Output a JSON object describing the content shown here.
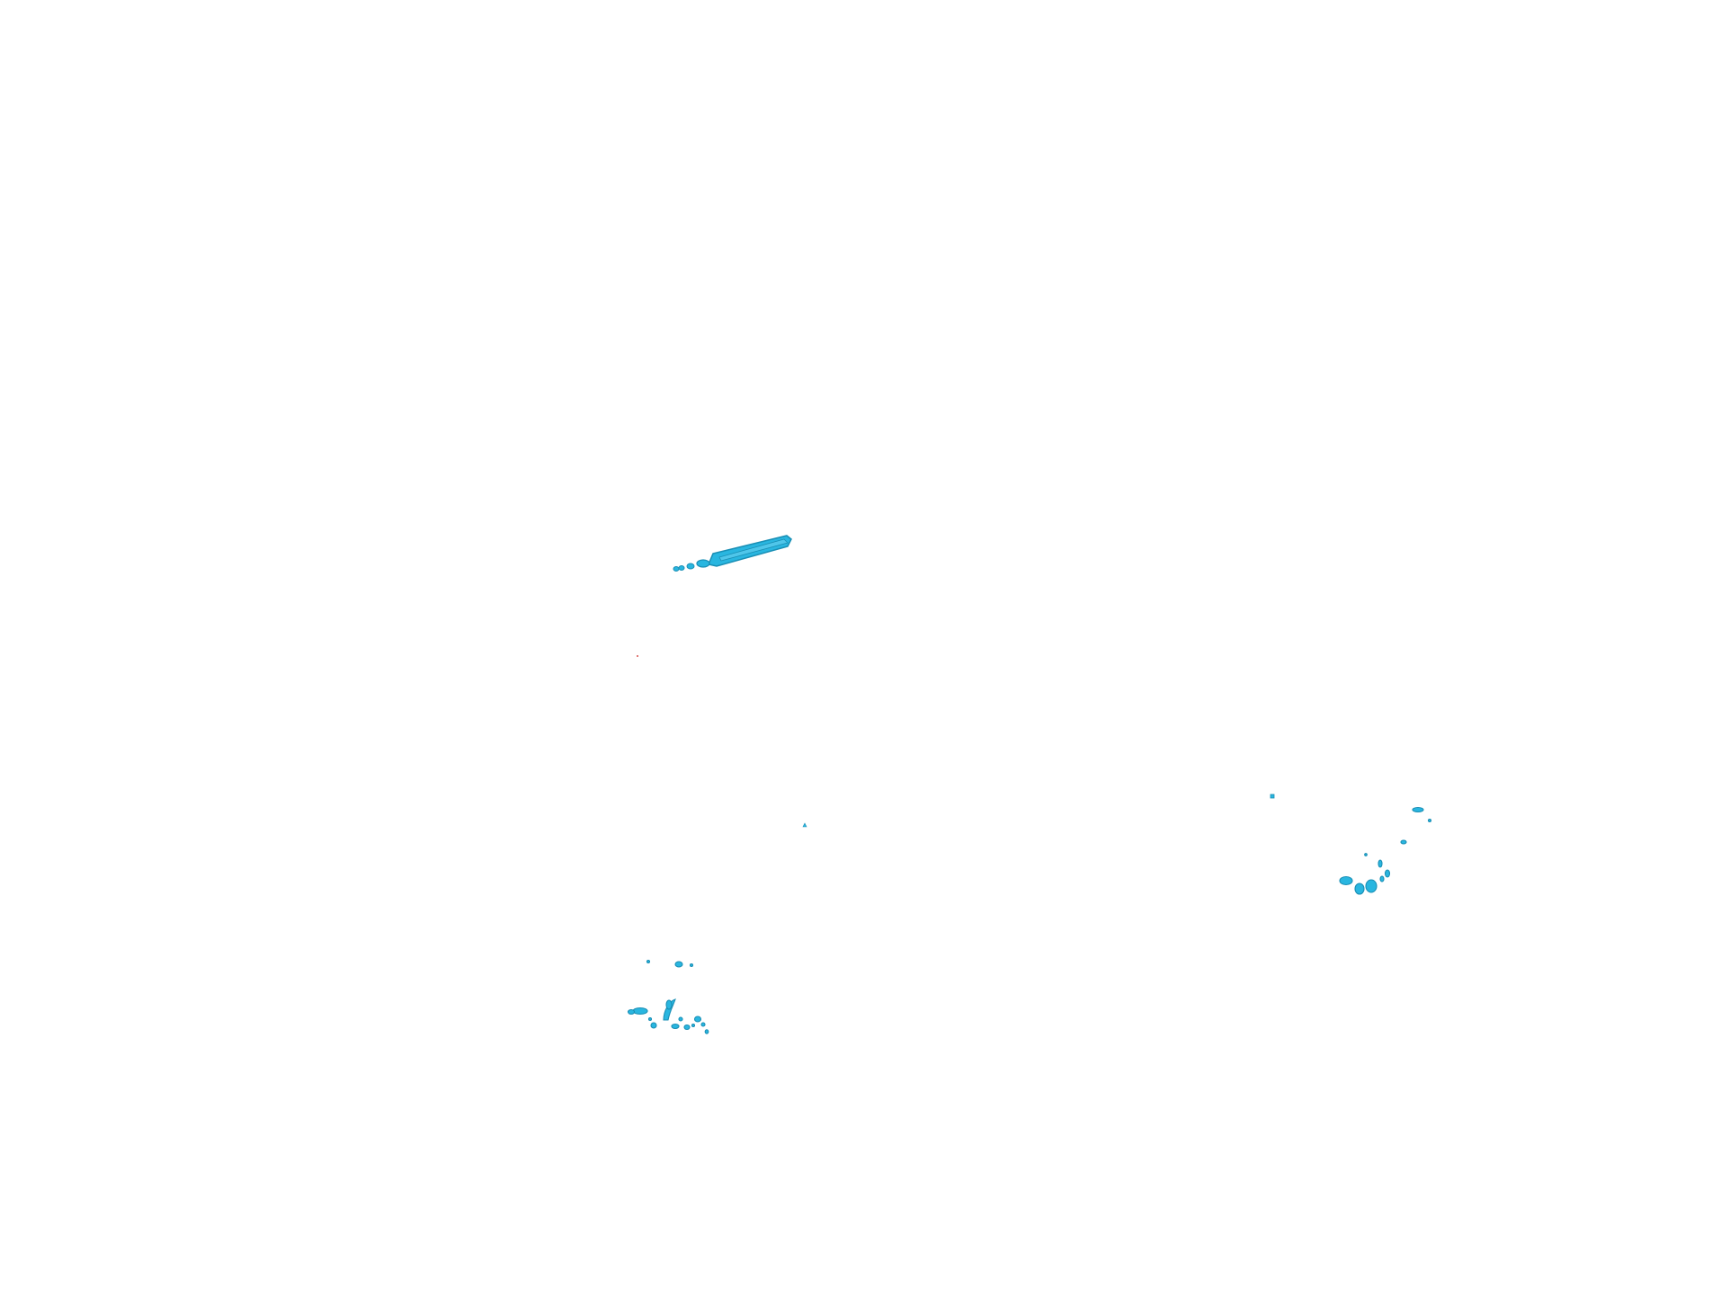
{
  "colors": {
    "background": "#ffffff",
    "fragment_fill": "#29b6e0",
    "fragment_stroke": "#1a8fb5",
    "speck": "#d9534f"
  },
  "scene": {
    "description_icon": "3d-isosurface-fragments",
    "clusters": [
      {
        "name": "elongated-streak"
      },
      {
        "name": "lower-left-cluster"
      },
      {
        "name": "right-cluster"
      },
      {
        "name": "isolated-specks"
      }
    ]
  }
}
